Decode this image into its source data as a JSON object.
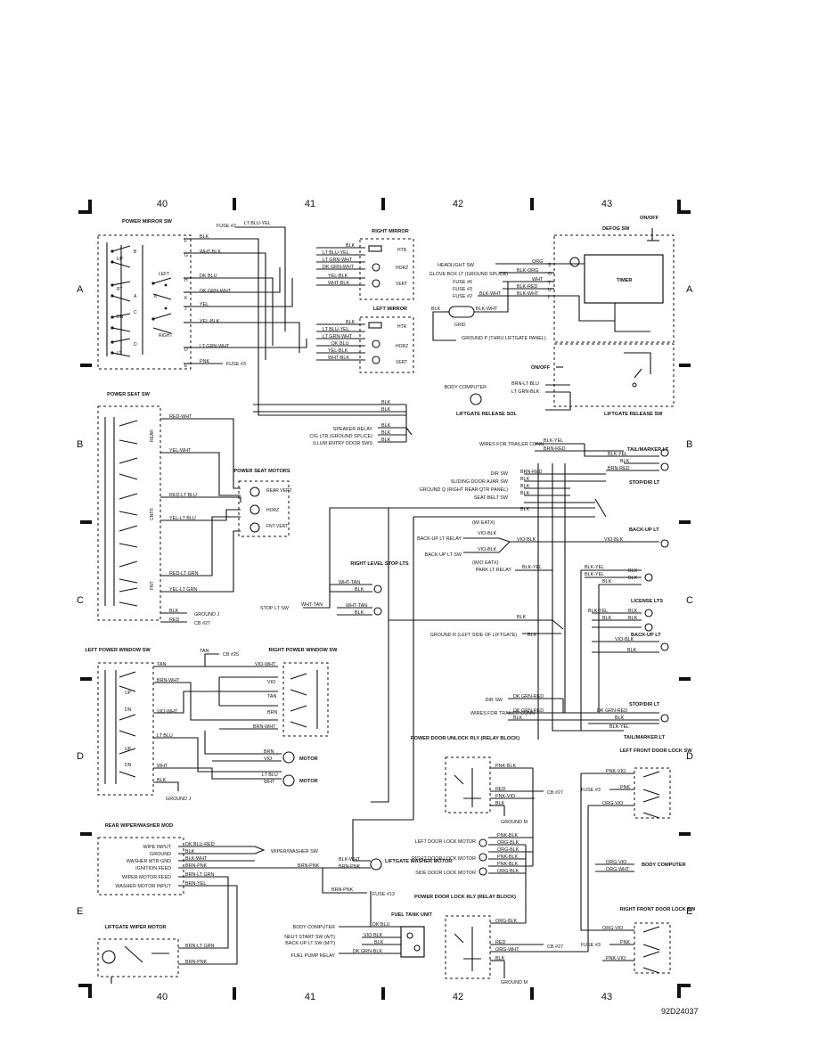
{
  "columns": [
    "40",
    "41",
    "42",
    "43"
  ],
  "rows": [
    "A",
    "B",
    "C",
    "D",
    "E"
  ],
  "diagram_code": "92D24037",
  "components": {
    "power_mirror_sw": "POWER MIRROR SW",
    "right_mirror": "RIGHT MIRROR",
    "left_mirror": "LEFT MIRROR",
    "defog_sw": "DEFOG SW",
    "on_off_top": "ON/OFF",
    "on_off_mid": "ON/OFF",
    "timer": "TIMER",
    "grid": "GRID",
    "liftgate_release_sol": "LIFTGATE RELEASE SOL",
    "liftgate_release_sw": "LIFTGATE RELEASE SW",
    "power_seat_sw": "POWER SEAT SW",
    "power_seat_motors": "POWER SEAT MOTORS",
    "right_level_stop_lts": "RIGHT LEVEL STOP LTS",
    "left_power_window_sw": "LEFT POWER WINDOW SW",
    "right_power_window_sw": "RIGHT POWER WINDOW SW",
    "motor_1": "MOTOR",
    "motor_2": "MOTOR",
    "rear_wiper_washer_mod": "REAR WIPER/WASHER MOD",
    "liftgate_washer_motor": "LIFTGATE WASHER MOTOR",
    "liftgate_wiper_motor": "LIFTGATE WIPER MOTOR",
    "fuel_tank_unit": "FUEL TANK UNIT",
    "tail_marker_lt_top": "TAIL/MARKER LT",
    "stop_dir_lt_top": "STOP/DIR LT",
    "back_up_lt_1": "BACK-UP LT",
    "license_lts": "LICENSE LTS",
    "back_up_lt_2": "BACK-UP LT",
    "stop_dir_lt_bottom": "STOP/DIR LT",
    "tail_marker_lt_bottom": "TAIL/MARKER LT",
    "power_door_unlock_rly": "POWER DOOR UNLOCK RLY (RELAY BLOCK)",
    "power_door_lock_rly": "POWER DOOR LOCK RLY (RELAY BLOCK)",
    "left_front_door_lock_sw": "LEFT FRONT DOOR LOCK SW",
    "right_front_door_lock_sw": "RIGHT FRONT DOOR LOCK SW",
    "body_computer_right": "BODY COMPUTER"
  },
  "switch_positions": {
    "mirror_b": "B",
    "mirror_up": "UP",
    "mirror_rt": "RT",
    "mirror_a": "A",
    "mirror_dn": "DN",
    "mirror_c": "C",
    "mirror_lt": "LT",
    "mirror_d": "D",
    "mirror_left": "LEFT",
    "mirror_right": "RIGHT",
    "mirror_l": "L",
    "mirror_k": "K",
    "seat_rear": "REAR",
    "seat_cntr": "CNTR",
    "seat_fnt": "FNT",
    "win_up1": "UP",
    "win_dn1": "DN",
    "win_up2": "UP",
    "win_dn2": "DN",
    "seat_rear_vert": "REAR VERT",
    "seat_horz": "HORZ",
    "seat_fnt_vert": "FNT VERT",
    "mirror_htr": "HTR",
    "mirror_horz": "HORZ",
    "mirror_vert": "VERT",
    "w_eatx": "(W/ EATX)",
    "wo_eatx": "(W/O EATX)"
  },
  "connector_pins": [
    "F",
    "G",
    "H",
    "J",
    "K",
    "D",
    "E",
    "S",
    "O",
    "T",
    "U",
    "L"
  ],
  "wires": {
    "fuse2_top": "FUSE #2",
    "lt_blu_yel_top": "LT BLU-YEL",
    "blk_f": "BLK",
    "wht_blk": "WHT-BLK",
    "dk_blu": "DK BLU",
    "dk_grn_wht": "DK GRN-WHT",
    "yel": "YEL",
    "yel_blk": "YEL-BLK",
    "lt_grn_wht": "LT GRN-WHT",
    "pnk": "PNK",
    "fuse3_mirror": "FUSE #3",
    "rm_blk": "BLK",
    "rm_ltbluyel": "LT BLU-YEL",
    "rm_ltgrnwht": "LT GRN-WHT",
    "rm_dkgrnwht": "DK GRN-WHT",
    "rm_yelblk": "YEL-BLK",
    "rm_whtblk": "WHT-BLK",
    "lm_blk": "BLK",
    "lm_ltbluyel": "LT BLU-YEL",
    "lm_ltgrnwht": "LT GRN-WHT",
    "lm_dkblu": "DK BLU",
    "lm_yelblk": "YEL-BLK",
    "lm_whtblk": "WHT-BLK",
    "headlight_sw": "HEADLIGHT SW",
    "glove_box": "GLOVE BOX LT (GROUND SPLICE)",
    "fuse6": "FUSE #6",
    "fuse3_def": "FUSE #3",
    "fuse2_def": "FUSE #2",
    "org": "ORG",
    "blk_org": "BLK-ORG",
    "wht": "WHT",
    "blk_red": "BLK-RED",
    "blk_wht": "BLK-WHT",
    "blk_wht2": "BLK-WHT",
    "grid_blk": "BLK",
    "grid_blkwht": "BLK-WHT",
    "ground_p": "GROUND P (THRU LIFTGATE PANEL)",
    "body_computer_top": "BODY COMPUTER",
    "brn_lt_blu": "BRN-LT BLU",
    "lt_grn_blk": "LT GRN-BLK",
    "speaker_relay": "SPEAKER RELAY",
    "cig_ltr": "CIG LTR (GROUND SPLICE)",
    "illum_entry": "ILLUM ENTRY DOOR SWS",
    "sr_blk1": "BLK",
    "sr_blk2": "BLK",
    "sr_blk3": "BLK",
    "sr_blk4": "BLK",
    "sr_blk5": "BLK",
    "red_wht": "RED-WHT",
    "yel_wht": "YEL-WHT",
    "red_lt_blu": "RED-LT BLU",
    "yel_lt_blu": "YEL-LT BLU",
    "red_lt_grn": "RED-LT GRN",
    "yel_lt_grn": "YEL-LT GRN",
    "seat_blk": "BLK",
    "seat_red": "RED",
    "ground_j": "GROUND J",
    "cb27_seat": "CB #27",
    "stop_lt_sw": "STOP LT SW",
    "wht_tan1": "WHT-TAN",
    "wht_tan2": "WHT-TAN",
    "stop_blk1": "BLK",
    "stop_blk2": "BLK",
    "tan_top": "TAN",
    "cb25": "CB #25",
    "tan": "TAN",
    "brn_wht": "BRN-WHT",
    "vio_wht": "VIO-WHT",
    "lt_blu": "LT BLU",
    "win_wht": "WHT",
    "win_blk": "BLK",
    "ground_j2": "GROUND J",
    "rw_viowht": "VIO-WHT",
    "rw_vio": "VIO",
    "rw_tan": "TAN",
    "rw_brn": "BRN",
    "rw_brnwht": "BRN-WHT",
    "m1_brn": "BRN",
    "m1_vio": "VIO",
    "m2_ltblu": "LT BLU",
    "m2_wht": "WHT",
    "wipe_input": "WIPE INPUT",
    "ground": "GROUND",
    "washer_mtr_gnd": "WASHER MTR GND",
    "ignition_feed": "IGNITION FEED",
    "wiper_motor_feed": "WIPER MOTOR FEED",
    "washer_motor_input": "WASHER MOTOR INPUT",
    "dk_blu_red": "DK BLU-RED",
    "wm_blk": "BLK",
    "blk_wht_wm": "BLK-WHT",
    "brn_pnk": "BRN-PNK",
    "brn_lt_grn": "BRN-LT GRN",
    "brn_yel": "BRN-YEL",
    "wiper_washer_sw": "WIPER/WASHER SW",
    "blk_wht_wash": "BLK-WHT",
    "brn_pnk_wash": "BRN-PNK",
    "brn_pnk_mid": "BRN-PNK",
    "brn_pnk_fuse": "BRN-PNK",
    "fuse13": "FUSE #13",
    "lw_brnltgrn": "BRN-LT GRN",
    "lw_brnpnk": "BRN-PNK",
    "body_computer_fuel": "BODY COMPUTER",
    "neut_start": "NEUT START SW (A/T)",
    "back_up_lt_sw_mt": "BACK-UP LT SW (M/T)",
    "fuel_pump_relay": "FUEL PUMP RELAY",
    "f_dkblu": "DK BLU",
    "f_vioblk": "VIO-BLK",
    "f_blk": "BLK",
    "f_dkgrnblk": "DK GRN-BLK",
    "wires_trailer_top": "WIRES FOR TRAILER CONN",
    "blk_yel_t": "BLK-YEL",
    "brn_red_t": "BRN-RED",
    "dir_sw_top": "DIR SW",
    "sliding_door": "SLIDING DOOR AJAR SW",
    "ground_q": "GROUND Q (RIGHT REAR QTR PANEL)",
    "seat_belt_sw": "SEAT BELT SW",
    "t_brnred": "BRN-RED",
    "t_blk1": "BLK",
    "t_blk2": "BLK",
    "t_blk3": "BLK",
    "t_blk4": "BLK",
    "tm_blkyel": "BLK-YEL",
    "tm_blk": "BLK",
    "tm_brnred": "BRN-RED",
    "back_up_lt_relay": "BACK-UP LT RELAY",
    "back_up_lt_sw": "BACK-UP LT SW",
    "park_lt_relay": "PARK LT RELAY",
    "vio_blk1": "VIO-BLK",
    "vio_blk2": "VIO-BLK",
    "vio_blk3": "VIO-BLK",
    "blk_yel_park": "BLK-YEL",
    "bu_vioblk": "VIO-BLK",
    "c_blkyel": "BLK-YEL",
    "c_blk1": "BLK",
    "c_blk2": "BLK",
    "c_blkyel2": "BLK-YEL",
    "c_blk3": "BLK",
    "lic_blkyel": "BLK-YEL",
    "lic_blk1": "BLK",
    "lic_blk2": "BLK",
    "lic_blk3": "BLK",
    "ground_r": "GROUND R (LEFT SIDE OF LIFTGATE)",
    "gr_blk": "BLK",
    "mid_blk": "BLK",
    "bu2_vioblk": "VIO-BLK",
    "bu2_blk": "BLK",
    "dir_sw_bot": "DIR SW",
    "dk_grn_red": "DK GRN-RED",
    "wires_trailer_bot": "WIRES FOR TRAILER CONN",
    "b_dkgrnred": "DK GRN-RED",
    "b_blk": "BLK",
    "b_dkgrnred2": "DK GRN-RED",
    "b_blk2": "BLK",
    "b_blkyel": "BLK-YEL",
    "pnk_blk": "PNK-BLK",
    "u_red": "RED",
    "u_pnkvio": "PNK-VIO",
    "u_blk": "BLK",
    "cb27_u": "CB #27",
    "ground_m1": "GROUND M",
    "left_door_lock_motor": "LEFT DOOR LOCK MOTOR",
    "right_door_lock_motor": "RIGHT DOOR LOCK MOTOR",
    "side_door_lock_motor": "SIDE DOOR LOCK MOTOR",
    "dm_pnkblk1": "PNK-BLK",
    "dm_orgblk1": "ORG-BLK",
    "dm_pnkblk2": "PNK-BLK",
    "dm_orgblk2": "ORG-BLK",
    "dm_pnkblk3": "PNK-BLK",
    "dm_orgblk3": "ORG-BLK",
    "l_orgblk": "ORG-BLK",
    "l_red": "RED",
    "l_orgwht": "ORG-WHT",
    "l_blk": "BLK",
    "cb27_l": "CB #27",
    "ground_m2": "GROUND M",
    "lf_pnkvio": "PNK-VIO",
    "lf_pnk": "PNK",
    "lf_orgvio": "ORG-VIO",
    "lf_fuse3": "FUSE #3",
    "bc_orgvio": "ORG-VIO",
    "bc_orgwht": "ORG-WHT",
    "rf_orgvio": "ORG-VIO",
    "rf_pnk": "PNK",
    "rf_pnkvio": "PNK-VIO",
    "rf_fuse3": "FUSE #3"
  }
}
